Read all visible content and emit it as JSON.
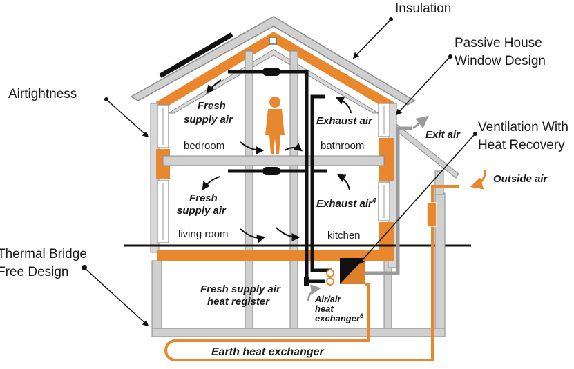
{
  "labels": {
    "insulation": "Insulation",
    "window_line1": "Passive House",
    "window_line2": "Window Design",
    "airtightness": "Airtightness",
    "ventilation_line1": "Ventilation With",
    "ventilation_line2": "Heat Recovery",
    "thermal_line1": "Thermal Bridge",
    "thermal_line2": "Free Design"
  },
  "rooms": {
    "bedroom": "bedroom",
    "bathroom": "bathroom",
    "living_room": "living room",
    "kitchen": "kitchen"
  },
  "flows": {
    "fresh_upper_1": "Fresh",
    "fresh_upper_2": "supply air",
    "fresh_lower_1": "Fresh",
    "fresh_lower_2": "supply air",
    "exhaust_upper": "Exhaust air",
    "exhaust_lower": "Exhaust air",
    "exhaust_lower_sup": "4",
    "exit_air": "Exit air",
    "outside_air": "Outside air",
    "register_1": "Fresh supply air",
    "register_2": "heat register",
    "hx_1": "Air/air",
    "hx_2": "heat",
    "hx_3": "exchanger",
    "hx_sup": "6",
    "earth": "Earth heat exchanger"
  },
  "colors": {
    "insulation": "#e8872e",
    "frame": "#c8c8c8",
    "frame_stroke": "#8a8a8a",
    "duct": "#111111",
    "leader": "#111111"
  }
}
